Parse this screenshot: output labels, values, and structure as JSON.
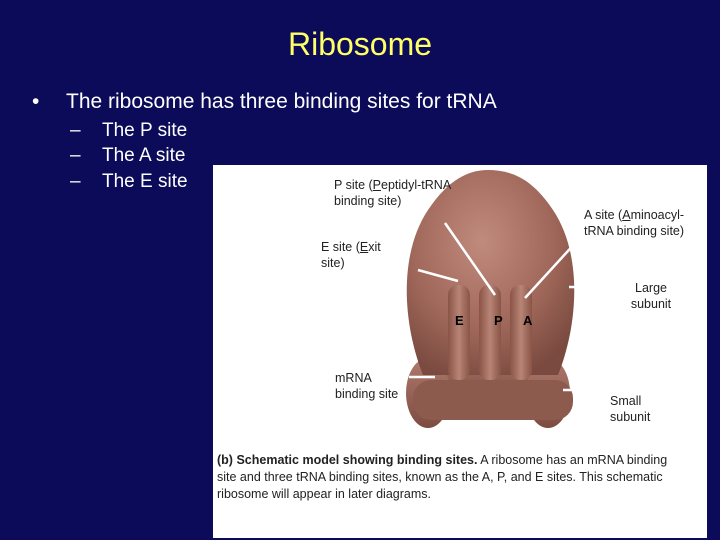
{
  "slide": {
    "title": "Ribosome",
    "bullet": "The ribosome has three binding sites for t​RNA",
    "sub_items": [
      "The P site",
      "The A site",
      "The E site"
    ]
  },
  "figure": {
    "labels": {
      "p_site": {
        "pre": "P site (",
        "u": "P",
        "post": "eptidyl-tRNA binding site)"
      },
      "a_site": {
        "pre": "A site (",
        "u": "A",
        "post": "minoacyl-tRNA binding site)"
      },
      "e_site": {
        "pre": "E site (",
        "u": "E",
        "post": "xit site)"
      },
      "large_subunit": "Large subunit",
      "mrna_site": "mRNA binding site",
      "small_subunit": "Small subunit"
    },
    "site_letters": {
      "e": "E",
      "p": "P",
      "a": "A"
    },
    "caption": {
      "label": "(b)",
      "bold": "Schematic model showing binding sites.",
      "text": "A ribosome has an mRNA binding site and three tRNA binding sites, known as the A, P, and E sites. This schematic ribosome will appear in later diagrams."
    }
  },
  "colors": {
    "background": "#0b0b5a",
    "title": "#ffff66",
    "ribosome": "#a0685a"
  }
}
